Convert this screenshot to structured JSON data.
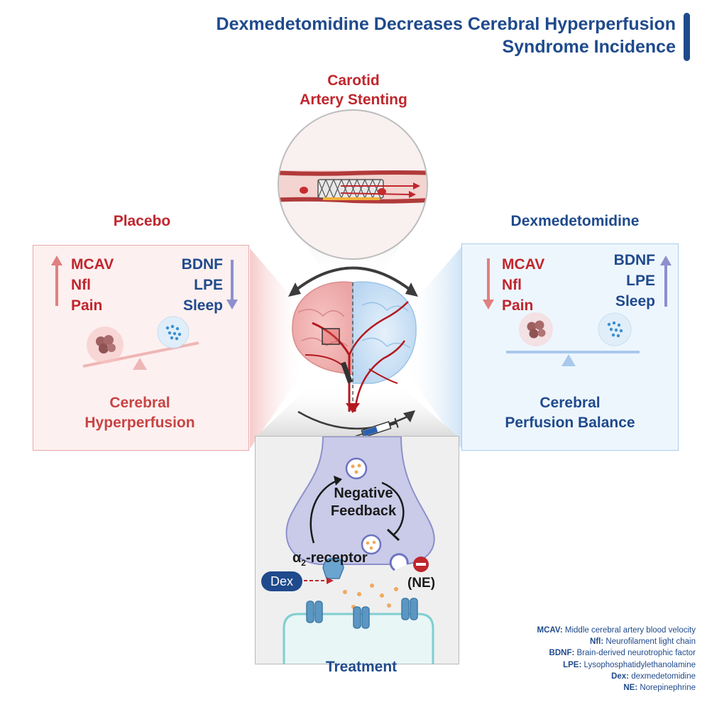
{
  "title": {
    "line1": "Dexmedetomidine Decreases Cerebral Hyperperfusion",
    "line2": "Syndrome Incidence"
  },
  "procedure": {
    "line1": "Carotid",
    "line2": "Artery Stenting"
  },
  "placebo": {
    "heading": "Placebo",
    "up_markers": [
      "MCAV",
      "Nfl",
      "Pain"
    ],
    "down_markers": [
      "BDNF",
      "LPE",
      "Sleep"
    ],
    "caption_line1": "Cerebral",
    "caption_line2": "Hyperperfusion"
  },
  "dexmedetomidine": {
    "heading": "Dexmedetomidine",
    "down_markers": [
      "MCAV",
      "Nfl",
      "Pain"
    ],
    "up_markers": [
      "BDNF",
      "LPE",
      "Sleep"
    ],
    "caption_line1": "Cerebral",
    "caption_line2": "Perfusion Balance"
  },
  "mechanism": {
    "feedback_line1": "Negative",
    "feedback_line2": "Feedback",
    "receptor_prefix": "α",
    "receptor_sub": "2",
    "receptor_suffix": "-receptor",
    "dex_label": "Dex",
    "ne_label": "(NE)",
    "treatment_label": "Treatment"
  },
  "legend": [
    {
      "abbr": "MCAV:",
      "full": "Middle cerebral artery blood velocity"
    },
    {
      "abbr": "Nfl:",
      "full": "Neurofilament light chain"
    },
    {
      "abbr": "BDNF:",
      "full": "Brain-derived neurotrophic factor"
    },
    {
      "abbr": "LPE:",
      "full": "Lysophosphatidylethanolamine"
    },
    {
      "abbr": "Dex:",
      "full": "dexmedetomidine"
    },
    {
      "abbr": "NE:",
      "full": "Norepinephrine"
    }
  ],
  "colors": {
    "red": "#c0262d",
    "blue": "#1f4a8c",
    "placebo_bg": "#fdf0f0",
    "dex_bg": "#eef6fd"
  }
}
